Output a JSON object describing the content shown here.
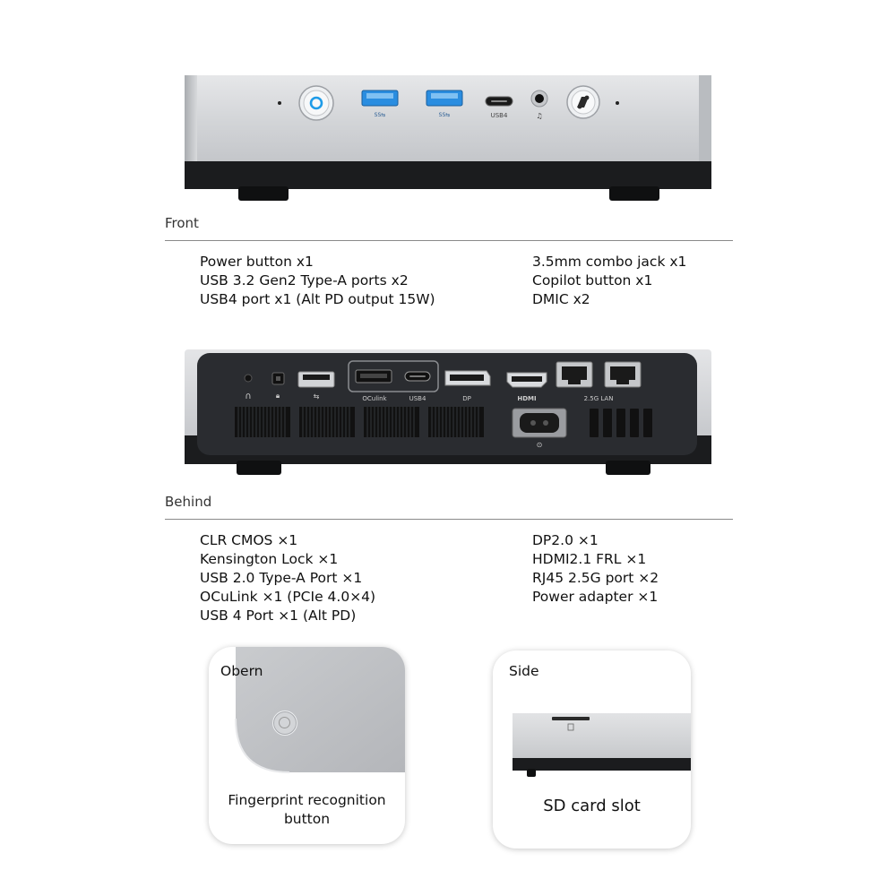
{
  "front": {
    "section_label": "Front",
    "port_labels": {
      "usb4": "USB4"
    },
    "specs_left": [
      "Power button x1",
      "USB 3.2 Gen2 Type-A ports x2",
      "USB4 port x1 (Alt PD output 15W)"
    ],
    "specs_right": [
      "3.5mm combo jack x1",
      "Copilot button x1",
      "DMIC x2"
    ]
  },
  "behind": {
    "section_label": "Behind",
    "port_labels": {
      "oculink": "OCulink",
      "usb4": "USB4",
      "dp": "DP",
      "hdmi": "HDMI",
      "lan": "2.5G LAN"
    },
    "specs_left": [
      "CLR CMOS ×1",
      "Kensington Lock ×1",
      "USB 2.0 Type-A Port ×1",
      "OCuLink ×1 (PCIe 4.0×4)",
      "USB 4 Port ×1 (Alt PD)"
    ],
    "specs_right": [
      "DP2.0 ×1",
      "HDMI2.1 FRL ×1",
      "RJ45 2.5G port ×2",
      "Power adapter ×1"
    ]
  },
  "cards": {
    "top": {
      "title": "Obern",
      "caption": "Fingerprint recognition button"
    },
    "side": {
      "title": "Side",
      "caption": "SD card slot"
    }
  },
  "colors": {
    "accent_blue": "#1e9be8",
    "usb3_blue": "#2a8de0",
    "chassis_silver": "#d6d8db",
    "chassis_dark": "#1b1c1e",
    "back_panel": "#2a2c30"
  }
}
